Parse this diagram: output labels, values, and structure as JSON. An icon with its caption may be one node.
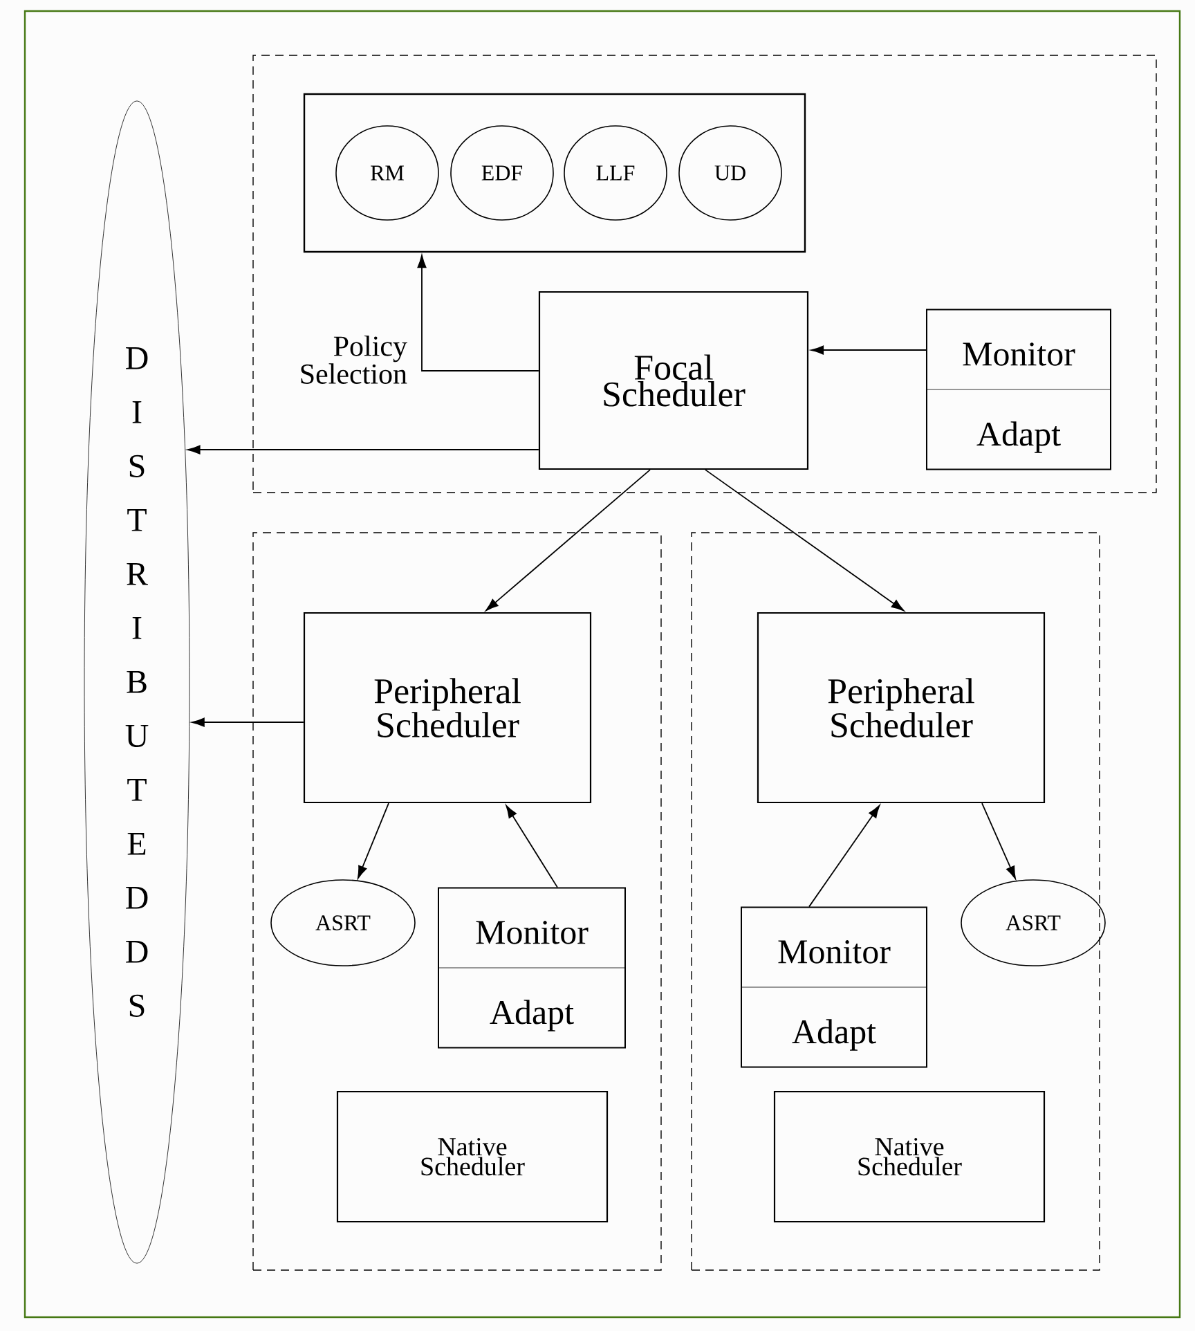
{
  "diagram": {
    "nodes": [
      {
        "text": [],
        "shape": "box"
      },
      {
        "text": [],
        "shape": "box",
        "in": 0
      },
      {
        "text": [
          "RM"
        ],
        "in": 1
      },
      {
        "text": [
          "EDF"
        ],
        "in": 1
      },
      {
        "text": [
          "LLF"
        ],
        "in": 1
      },
      {
        "text": [
          "UD"
        ],
        "in": 1
      },
      {
        "text": [
          "Focal Scheduler"
        ],
        "in": 0
      },
      {
        "text": [
          "Monitor",
          "Adapt"
        ],
        "in": 0
      },
      {
        "text": [],
        "shape": "box"
      },
      {
        "text": [
          "Peripheral Scheduler"
        ],
        "in": 8
      },
      {
        "text": [
          "ASRT"
        ],
        "in": 8
      },
      {
        "text": [
          "Monitor",
          "Adapt"
        ],
        "in": 8
      },
      {
        "text": [
          "Native Scheduler"
        ],
        "in": 8
      },
      {
        "text": [],
        "shape": "box"
      },
      {
        "text": [
          "Peripheral Scheduler"
        ],
        "in": 13
      },
      {
        "text": [
          "Monitor",
          "Adapt"
        ],
        "in": 13
      },
      {
        "text": [
          "ASRT"
        ],
        "in": 13
      },
      {
        "text": [
          "Native Scheduler"
        ],
        "in": 13
      },
      {
        "text": [
          "DISTRIBUTED DS"
        ]
      }
    ],
    "edges": [
      {
        "from": 6,
        "to": 1,
        "arrow": "to",
        "label": "Policy Selection"
      },
      {
        "from": 7,
        "to": 6,
        "arrow": "to"
      },
      {
        "from": 6,
        "to": 18,
        "arrow": "to"
      },
      {
        "from": 6,
        "to": 9,
        "arrow": "to"
      },
      {
        "from": 6,
        "to": 14,
        "arrow": "to"
      },
      {
        "from": 9,
        "to": 18,
        "arrow": "to"
      },
      {
        "from": 9,
        "to": 10,
        "arrow": "to"
      },
      {
        "from": 11,
        "to": 9,
        "arrow": "to"
      },
      {
        "from": 15,
        "to": 14,
        "arrow": "to"
      },
      {
        "from": 14,
        "to": 16,
        "arrow": "to"
      }
    ]
  }
}
